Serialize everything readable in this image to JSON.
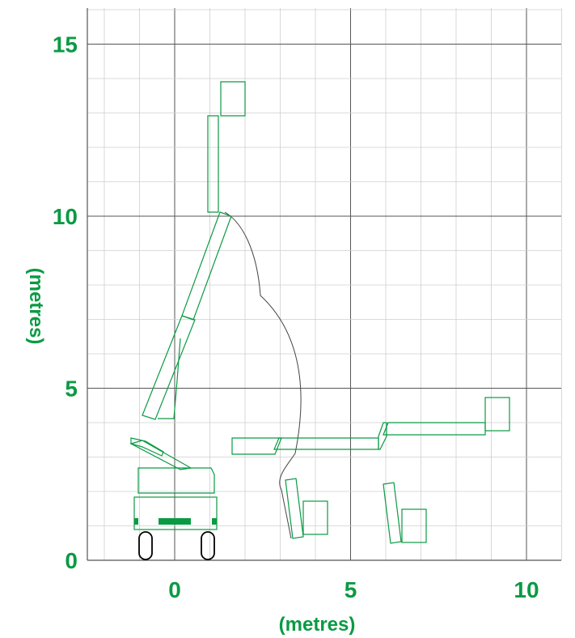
{
  "chart_data": {
    "type": "diagram",
    "xlabel": "(metres)",
    "ylabel": "(metres)",
    "xlim": [
      -2.5,
      11
    ],
    "ylim": [
      0,
      16.3
    ],
    "x_ticks": [
      {
        "value": 0,
        "label": "0"
      },
      {
        "value": 5,
        "label": "5"
      },
      {
        "value": 10,
        "label": "10"
      }
    ],
    "y_ticks": [
      {
        "value": 0,
        "label": "0"
      },
      {
        "value": 5,
        "label": "5"
      },
      {
        "value": 10,
        "label": "10"
      },
      {
        "value": 15,
        "label": "15"
      }
    ],
    "major_step": 5,
    "minor_step": 1,
    "grid": true
  },
  "colors": {
    "accent": "#0b9a44",
    "grid_major": "#555555",
    "grid_minor": "#cfcfcf",
    "envelope": "#444444",
    "wheel": "#000000"
  }
}
